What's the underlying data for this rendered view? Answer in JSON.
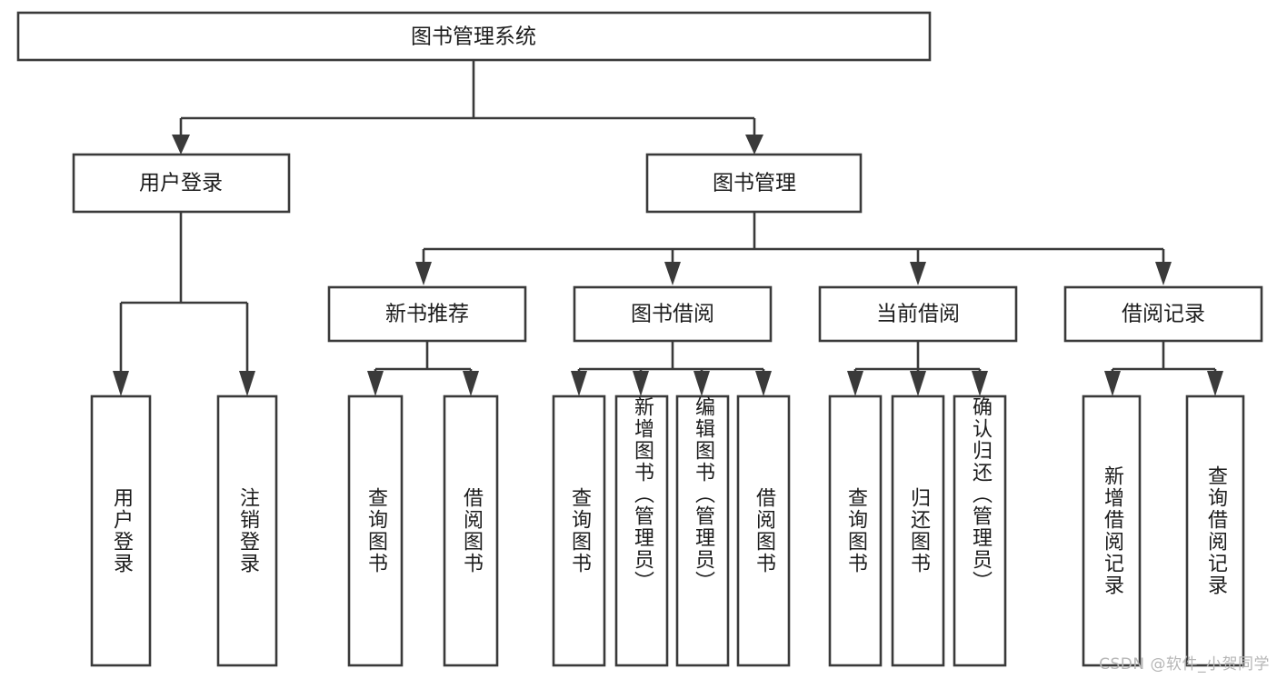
{
  "diagram": {
    "title": "图书管理系统",
    "type": "tree-hierarchy",
    "orientation": "top-down",
    "colors": {
      "stroke": "#3a3a3a",
      "box_fill": "#ffffff",
      "text": "#1c1c1c",
      "background": "#ffffff",
      "watermark": "#b6b6b6"
    }
  },
  "watermark": {
    "text": "CSDN @软件_小贺同学"
  },
  "nodes": {
    "root": {
      "label": "图书管理系统"
    },
    "level2": [
      {
        "id": "user-login",
        "label": "用户登录"
      },
      {
        "id": "book-manage",
        "label": "图书管理"
      }
    ],
    "level3": [
      {
        "id": "new-book-recommend",
        "label": "新书推荐"
      },
      {
        "id": "book-borrow",
        "label": "图书借阅"
      },
      {
        "id": "current-borrow",
        "label": "当前借阅"
      },
      {
        "id": "borrow-record",
        "label": "借阅记录"
      }
    ],
    "leaves": {
      "user_login": [
        {
          "id": "leaf-user-login",
          "label": "用户登录"
        },
        {
          "id": "leaf-logout-login",
          "label": "注销登录"
        }
      ],
      "new_book_recommend": [
        {
          "id": "leaf-query-book-1",
          "label": "查询图书"
        },
        {
          "id": "leaf-borrow-book-1",
          "label": "借阅图书"
        }
      ],
      "book_borrow": [
        {
          "id": "leaf-query-book-2",
          "label": "查询图书"
        },
        {
          "id": "leaf-add-book",
          "label": "新增图书（管理员）"
        },
        {
          "id": "leaf-edit-book",
          "label": "编辑图书（管理员）"
        },
        {
          "id": "leaf-borrow-book-2",
          "label": "借阅图书"
        }
      ],
      "current_borrow": [
        {
          "id": "leaf-query-book-3",
          "label": "查询图书"
        },
        {
          "id": "leaf-return-book",
          "label": "归还图书"
        },
        {
          "id": "leaf-confirm-return",
          "label": "确认归还（管理员）"
        }
      ],
      "borrow_record": [
        {
          "id": "leaf-add-record",
          "label": "新增借阅记录"
        },
        {
          "id": "leaf-query-record",
          "label": "查询借阅记录"
        }
      ]
    }
  }
}
